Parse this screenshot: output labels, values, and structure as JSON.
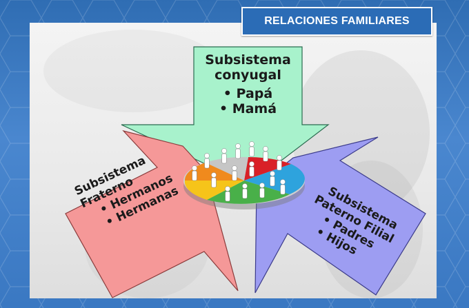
{
  "title": "RELACIONES FAMILIARES",
  "conyugal": {
    "heading_1": "Subsistema",
    "heading_2": "conyugal",
    "items": [
      "• Papá",
      "• Mamá"
    ]
  },
  "fraterno": {
    "heading_1": "Subsistema",
    "heading_2": "Fraterno",
    "items": [
      "• Hermanos",
      "• Hermanas"
    ]
  },
  "filial": {
    "heading_1": "Subsistema",
    "heading_2": "Paterno Filial",
    "items": [
      "• Padres",
      "• Hijos"
    ]
  },
  "colors": {
    "conyugal_arrow": "#a8f2cc",
    "fraterno_arrow": "#f59898",
    "filial_arrow": "#9d9df2",
    "title_bg": "#2b6cb6",
    "pie_segments": [
      "#d92027",
      "#2ea3dd",
      "#49b049",
      "#f6c41a",
      "#f08a1d",
      "#c6c6c6"
    ]
  },
  "icons": [
    "family-pie-icon",
    "person-figure-icon"
  ]
}
